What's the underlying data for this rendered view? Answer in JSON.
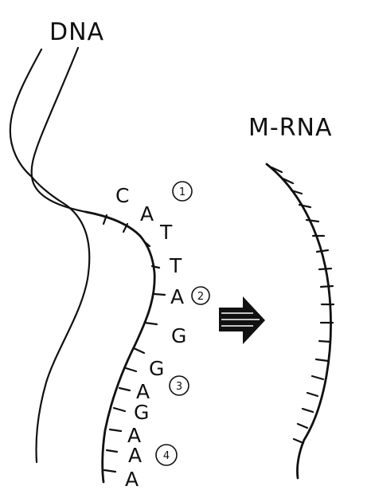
{
  "labels": {
    "dna": "DNA",
    "mrna": "M-RNA"
  },
  "bases": [
    "C",
    "A",
    "T",
    "T",
    "A",
    "G",
    "G",
    "A",
    "G",
    "A",
    "A",
    "A"
  ],
  "step_numbers": [
    "1",
    "2",
    "3",
    "4"
  ],
  "arrow_icon": "right-arrow-icon",
  "colors": {
    "ink": "#111111",
    "background": "#ffffff"
  }
}
